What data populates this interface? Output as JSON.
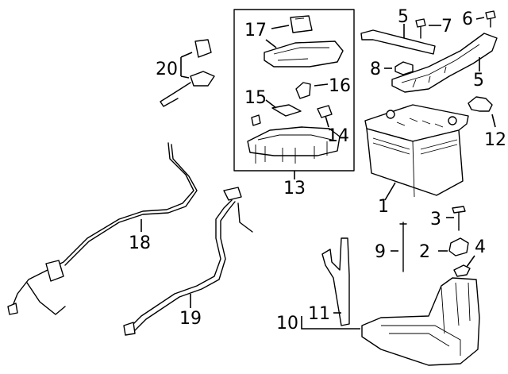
{
  "diagram": {
    "callouts": [
      {
        "id": "c1",
        "label": "1"
      },
      {
        "id": "c2",
        "label": "2"
      },
      {
        "id": "c3",
        "label": "3"
      },
      {
        "id": "c4",
        "label": "4"
      },
      {
        "id": "c5a",
        "label": "5"
      },
      {
        "id": "c5b",
        "label": "5"
      },
      {
        "id": "c6",
        "label": "6"
      },
      {
        "id": "c7",
        "label": "7"
      },
      {
        "id": "c8",
        "label": "8"
      },
      {
        "id": "c9",
        "label": "9"
      },
      {
        "id": "c10",
        "label": "10"
      },
      {
        "id": "c11",
        "label": "11"
      },
      {
        "id": "c12",
        "label": "12"
      },
      {
        "id": "c13",
        "label": "13"
      },
      {
        "id": "c14",
        "label": "14"
      },
      {
        "id": "c15",
        "label": "15"
      },
      {
        "id": "c16",
        "label": "16"
      },
      {
        "id": "c17",
        "label": "17"
      },
      {
        "id": "c18",
        "label": "18"
      },
      {
        "id": "c19",
        "label": "19"
      },
      {
        "id": "c20",
        "label": "20"
      }
    ]
  }
}
